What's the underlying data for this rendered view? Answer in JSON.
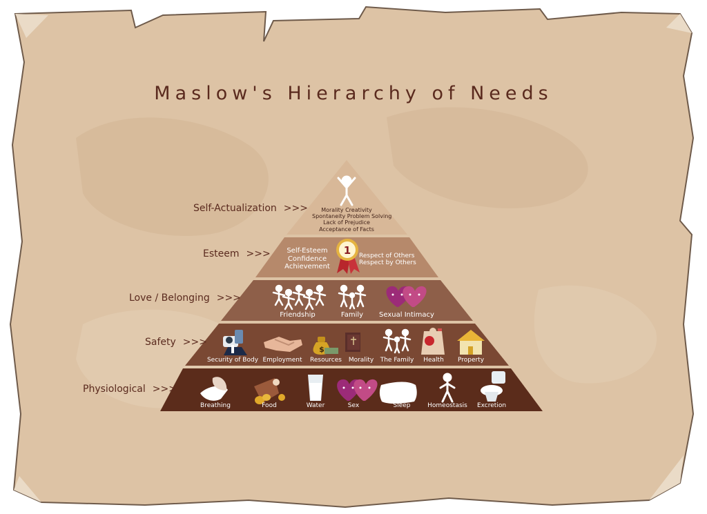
{
  "title": "Maslow's Hierarchy of Needs",
  "colors": {
    "parchment": "#ddc3a5",
    "parchment_edge": "#c9ab8a",
    "text_dark": "#5a2a1e",
    "tier_self": "#d8b898",
    "tier_esteem": "#b6896b",
    "tier_love": "#8e5f49",
    "tier_safety": "#7a4833",
    "tier_phys": "#5b2c1b"
  },
  "levels": {
    "self_actualization": {
      "label": "Self-Actualization",
      "arrow": ">>>",
      "lines": [
        "Morality  Creativity",
        "Spontaneity  Problem Solving",
        "Lack of Prejudice",
        "Acceptance of Facts"
      ],
      "icon": "person-arms-up-icon"
    },
    "esteem": {
      "label": "Esteem",
      "arrow": ">>>",
      "left_lines": [
        "Self-Esteem",
        "Confidence",
        "Achievement"
      ],
      "right_lines": [
        "Respect of Others",
        "Respect by Others"
      ],
      "medal_number": "1",
      "icon": "medal-icon"
    },
    "love": {
      "label": "Love / Belonging",
      "arrow": ">>>",
      "items": [
        {
          "label": "Friendship",
          "icon": "friends-icon"
        },
        {
          "label": "Family",
          "icon": "family-icon"
        },
        {
          "label": "Sexual Intimacy",
          "icon": "hearts-icon"
        }
      ]
    },
    "safety": {
      "label": "Safety",
      "arrow": ">>>",
      "items": [
        {
          "label": "Security of Body",
          "icon": "security-icon"
        },
        {
          "label": "Employment",
          "icon": "handshake-icon"
        },
        {
          "label": "Resources",
          "icon": "money-bag-icon"
        },
        {
          "label": "Morality",
          "icon": "book-icon"
        },
        {
          "label": "The Family",
          "icon": "family-icon"
        },
        {
          "label": "Health",
          "icon": "health-icon"
        },
        {
          "label": "Property",
          "icon": "house-icon"
        }
      ]
    },
    "physiological": {
      "label": "Physiological",
      "arrow": ">>>",
      "items": [
        {
          "label": "Breathing",
          "icon": "lungs-icon"
        },
        {
          "label": "Food",
          "icon": "food-icon"
        },
        {
          "label": "Water",
          "icon": "water-glass-icon"
        },
        {
          "label": "Sex",
          "icon": "hearts-icon"
        },
        {
          "label": "Sleep",
          "icon": "pillow-icon"
        },
        {
          "label": "Homeostasis",
          "icon": "person-icon"
        },
        {
          "label": "Excretion",
          "icon": "toilet-icon"
        }
      ]
    }
  }
}
